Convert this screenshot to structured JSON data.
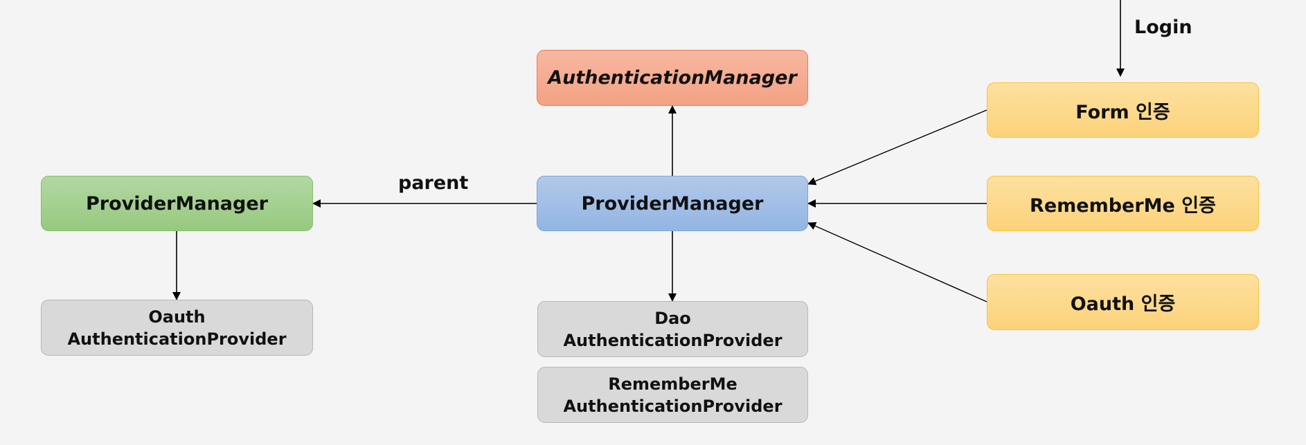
{
  "nodes": {
    "authentication_manager": "AuthenticationManager",
    "provider_manager_main": "ProviderManager",
    "provider_manager_parent": "ProviderManager",
    "form_auth": "Form 인증",
    "rememberme_auth": "RememberMe 인증",
    "oauth_auth": "Oauth 인증",
    "oauth_provider": {
      "line1": "Oauth",
      "line2": "AuthenticationProvider"
    },
    "dao_provider": {
      "line1": "Dao",
      "line2": "AuthenticationProvider"
    },
    "rememberme_provider": {
      "line1": "RememberMe",
      "line2": "AuthenticationProvider"
    }
  },
  "labels": {
    "parent": "parent",
    "login": "Login"
  },
  "colors": {
    "authentication_manager": "#f4a283",
    "provider_manager_main": "#93b5e3",
    "provider_manager_parent": "#97c97f",
    "auth_filters": "#fcd27a",
    "providers": "#d9d9d9",
    "background": "#f4f4f4"
  }
}
